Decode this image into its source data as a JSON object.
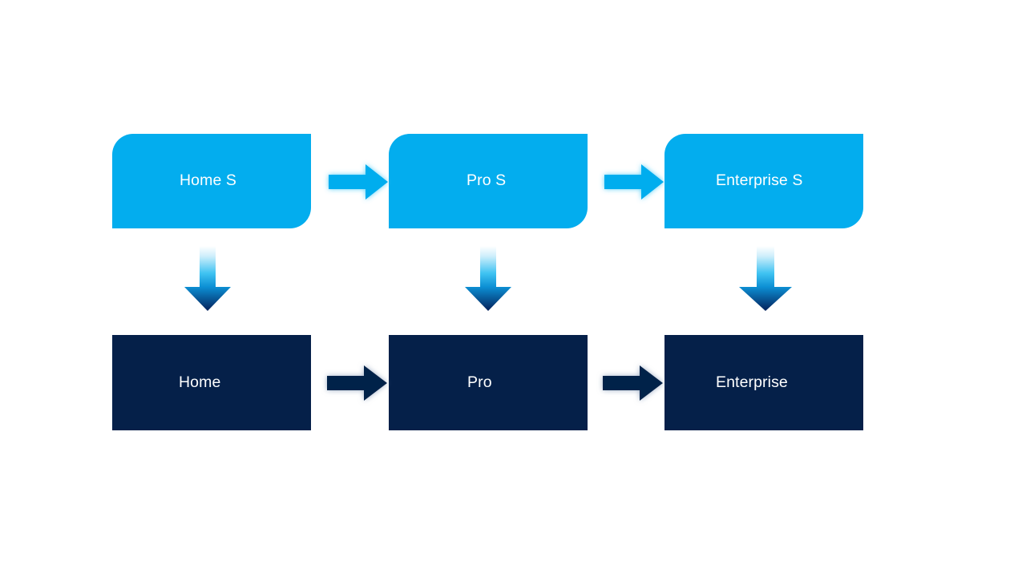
{
  "diagram": {
    "type": "process-flow",
    "background_color": "#ffffff",
    "colors": {
      "tier_top_fill": "#03ADEE",
      "tier_bottom_fill": "#052049",
      "label_text": "#ffffff",
      "down_arrow_gradient_start": "#ffffff",
      "down_arrow_gradient_mid": "#12B0EC",
      "down_arrow_gradient_end": "#04205A"
    },
    "rows": [
      {
        "id": "suite-row",
        "style": "cyan-rounded-diagonal",
        "nodes": [
          {
            "id": "home-s",
            "label": "Home S"
          },
          {
            "id": "pro-s",
            "label": "Pro S"
          },
          {
            "id": "enterprise-s",
            "label": "Enterprise S"
          }
        ],
        "connectors": [
          {
            "id": "home-s-to-pro-s",
            "icon": "arrow-right-icon",
            "color": "#03ADEE"
          },
          {
            "id": "pro-s-to-enterprise-s",
            "icon": "arrow-right-icon",
            "color": "#03ADEE"
          }
        ]
      },
      {
        "id": "base-row",
        "style": "navy-square",
        "nodes": [
          {
            "id": "home",
            "label": "Home"
          },
          {
            "id": "pro",
            "label": "Pro"
          },
          {
            "id": "enterprise",
            "label": "Enterprise"
          }
        ],
        "connectors": [
          {
            "id": "home-to-pro",
            "icon": "arrow-right-icon",
            "color": "#052049"
          },
          {
            "id": "pro-to-enterprise",
            "icon": "arrow-right-icon",
            "color": "#052049"
          }
        ]
      }
    ],
    "vertical_connectors": [
      {
        "id": "home-s-to-home",
        "icon": "arrow-down-icon"
      },
      {
        "id": "pro-s-to-pro",
        "icon": "arrow-down-icon"
      },
      {
        "id": "enterprise-s-to-enterprise",
        "icon": "arrow-down-icon"
      }
    ]
  }
}
